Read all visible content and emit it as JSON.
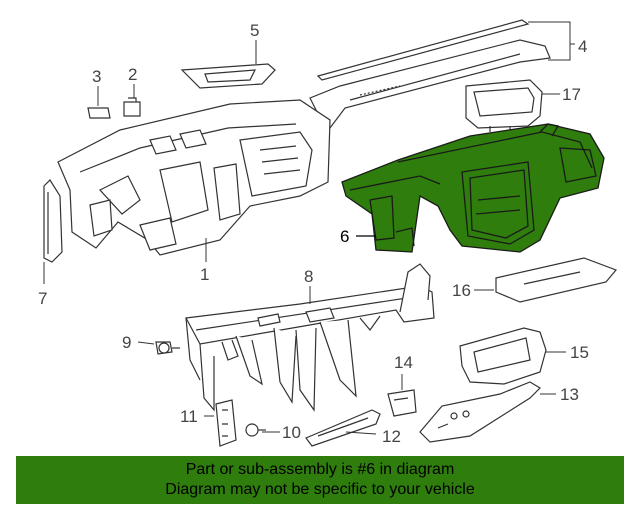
{
  "diagram": {
    "highlight_color": "#2e7d0d",
    "highlighted_part": "6",
    "callouts": [
      {
        "id": "c1",
        "label": "1"
      },
      {
        "id": "c2",
        "label": "2"
      },
      {
        "id": "c3",
        "label": "3"
      },
      {
        "id": "c4",
        "label": "4"
      },
      {
        "id": "c5",
        "label": "5"
      },
      {
        "id": "c6",
        "label": "6"
      },
      {
        "id": "c7",
        "label": "7"
      },
      {
        "id": "c8",
        "label": "8"
      },
      {
        "id": "c9",
        "label": "9"
      },
      {
        "id": "c10",
        "label": "10"
      },
      {
        "id": "c11",
        "label": "11"
      },
      {
        "id": "c12",
        "label": "12"
      },
      {
        "id": "c13",
        "label": "13"
      },
      {
        "id": "c14",
        "label": "14"
      },
      {
        "id": "c15",
        "label": "15"
      },
      {
        "id": "c16",
        "label": "16"
      },
      {
        "id": "c17",
        "label": "17"
      }
    ]
  },
  "banner": {
    "line1": "Part or sub-assembly is #6 in diagram",
    "line2": "Diagram may not be specific to your vehicle"
  }
}
